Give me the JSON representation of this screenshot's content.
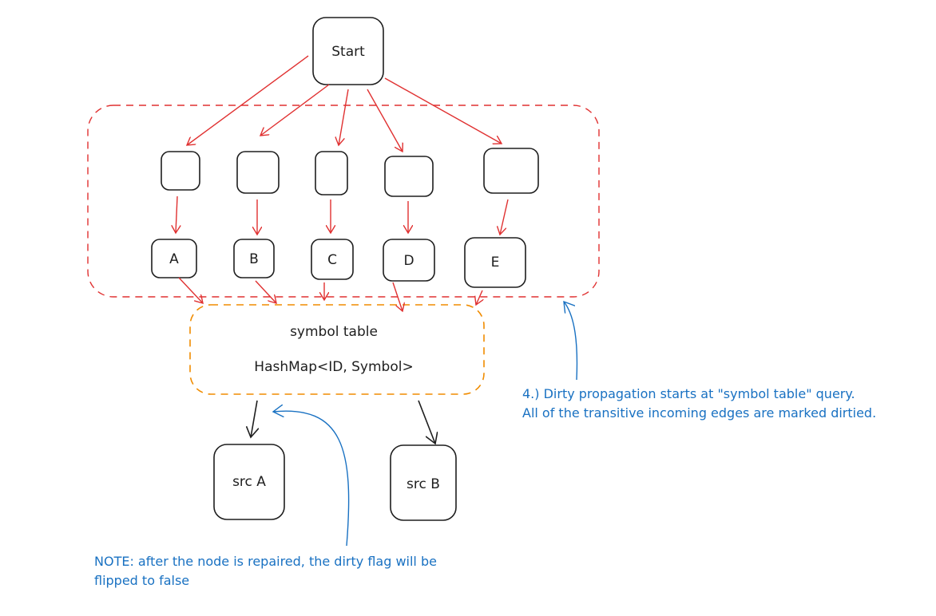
{
  "nodes": {
    "start": "Start",
    "a": "A",
    "b": "B",
    "c": "C",
    "d": "D",
    "e": "E",
    "symbol_table_title": "symbol table",
    "symbol_table_type": "HashMap<ID, Symbol>",
    "src_a": "src A",
    "src_b": "src B"
  },
  "notes": {
    "propagation_line1": "4.) Dirty propagation starts at \"symbol table\" query.",
    "propagation_line2": "All of the transitive incoming edges are marked dirtied.",
    "repair_line1": "NOTE: after the node is repaired, the dirty flag will be",
    "repair_line2": "flipped to false"
  },
  "colors": {
    "dirty_edge": "#e03131",
    "dirty_group": "#e03131",
    "symbol_table_border": "#f08c00",
    "annotation": "#1971c2",
    "node_stroke": "#1e1e1e"
  }
}
